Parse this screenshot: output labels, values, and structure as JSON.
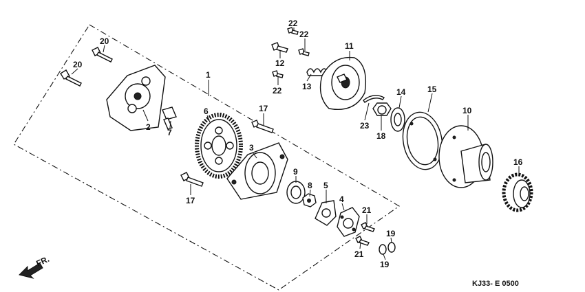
{
  "diagram": {
    "labels": {
      "p1": "1",
      "p2": "2",
      "p3": "3",
      "p4": "4",
      "p5": "5",
      "p6": "6",
      "p7": "7",
      "p8": "8",
      "p9": "9",
      "p10": "10",
      "p11": "11",
      "p12": "12",
      "p13": "13",
      "p14": "14",
      "p15": "15",
      "p16": "16",
      "p17a": "17",
      "p17b": "17",
      "p18": "18",
      "p19a": "19",
      "p19b": "19",
      "p20a": "20",
      "p20b": "20",
      "p21a": "21",
      "p21b": "21",
      "p22a": "22",
      "p22b": "22",
      "p22c": "22",
      "p23": "23"
    },
    "front_label": "FR.",
    "drawing_code": "KJ33- E 0500"
  }
}
